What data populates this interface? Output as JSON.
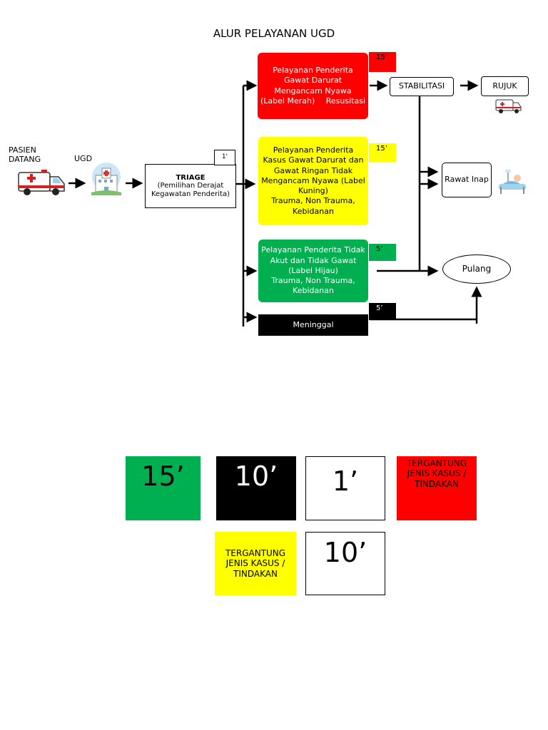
{
  "title": "ALUR PELAYANAN UGD",
  "start": {
    "label_line1": "PASIEN",
    "label_line2": "DATANG",
    "ugd_label": "UGD"
  },
  "triage": {
    "time": "1'",
    "title": "TRIAGE",
    "desc": "(Pemilihan Derajat Kegawatan Penderita)"
  },
  "red": {
    "text": "Pelayanan Penderita Gawat Darurat Mengancam Nyawa",
    "label": "(Label Merah)",
    "extra": "Resusitasi",
    "time": "15’",
    "color": "#ff0000"
  },
  "yellow": {
    "text": "Pelayanan Penderita Kasus Gawat Darurat dan Gawat Ringan Tidak Mengancam Nyawa (Label Kuning)",
    "sub": "Trauma, Non Trauma, Kebidanan",
    "time": "15’",
    "color": "#ffff00"
  },
  "green": {
    "text": "Pelayanan Penderita Tidak Akut dan Tidak Gawat (Label Hijau)",
    "sub": "Trauma, Non Trauma, Kebidanan",
    "time": "5’",
    "color": "#00b050"
  },
  "black": {
    "text": "Meninggal",
    "time": "5’",
    "color": "#000000"
  },
  "nodes": {
    "stabilisasi": "STABILITASI",
    "rujuk": "RUJUK",
    "rawat_inap": "Rawat Inap",
    "pulang": "Pulang"
  },
  "legend": [
    {
      "text": "15’",
      "bg": "#00b050",
      "fg": "#000000"
    },
    {
      "text": "10’",
      "bg": "#000000",
      "fg": "#ffffff"
    },
    {
      "text": "1’",
      "bg": "#ffffff",
      "fg": "#000000"
    },
    {
      "text": "TERGANTUNG JENIS KASUS / TINDAKAN",
      "bg": "#ff0000",
      "fg": "#000000"
    },
    {
      "text": "TERGANTUNG JENIS KASUS / TINDAKAN",
      "bg": "#ffff00",
      "fg": "#000000"
    },
    {
      "text": "10’",
      "bg": "#ffffff",
      "fg": "#000000"
    }
  ],
  "icons": [
    "ambulance-icon",
    "hospital-icon",
    "ambulance-icon",
    "hospital-bed-icon"
  ]
}
